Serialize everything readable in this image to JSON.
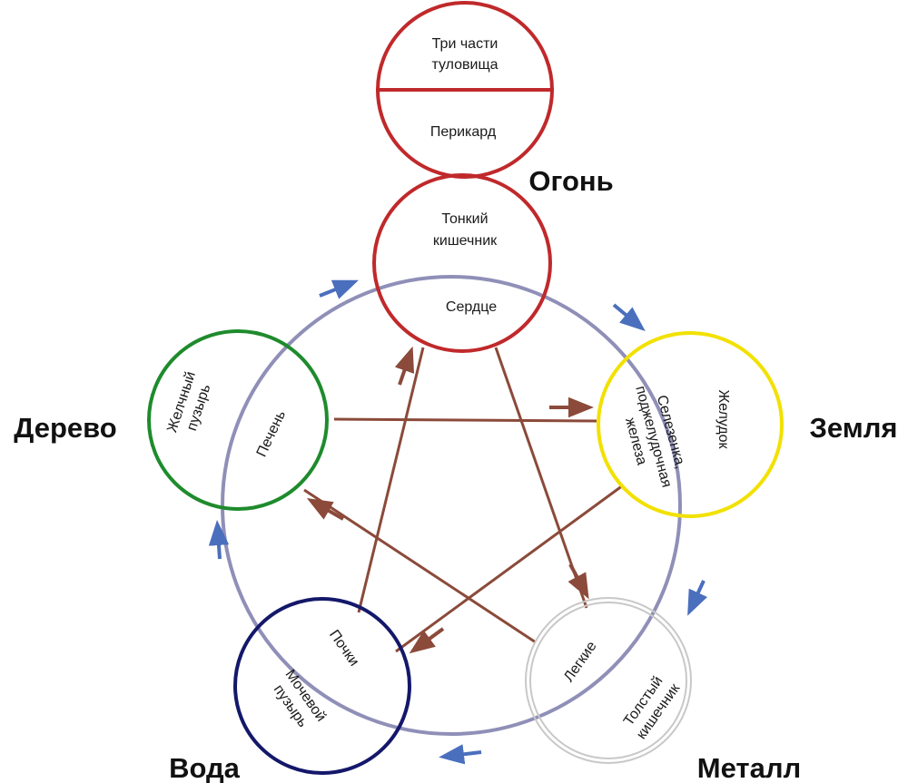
{
  "elements": {
    "fire": {
      "label": "Огонь",
      "color": "#c0292b"
    },
    "earth": {
      "label": "Земля",
      "color": "#f2e100"
    },
    "metal": {
      "label": "Металл",
      "color": "#c8c8c8"
    },
    "water": {
      "label": "Вода",
      "color": "#14186a"
    },
    "wood": {
      "label": "Дерево",
      "color": "#1e8b2c"
    }
  },
  "organs": {
    "triple_burner_line1": "Три части",
    "triple_burner_line2": "туловища",
    "pericardium": "Перикард",
    "small_intestine_line1": "Тонкий",
    "small_intestine_line2": "кишечник",
    "heart": "Сердце",
    "stomach": "Желудок",
    "spleen_line1": "Селезенка,",
    "spleen_line2": "поджелудочная",
    "spleen_line3": "железа",
    "lungs": "Легкие",
    "large_intestine_line1": "Толстый",
    "large_intestine_line2": "кишечник",
    "kidneys": "Почки",
    "bladder_line1": "Мочевой",
    "bladder_line2": "пузырь",
    "liver": "Печень",
    "gallbladder_line1": "Желчный",
    "gallbladder_line2": "пузырь"
  },
  "colors": {
    "cycle_ring": "#8f8fb8",
    "cycle_arrow": "#4a6fbd",
    "star_line": "#8b4a3a"
  }
}
